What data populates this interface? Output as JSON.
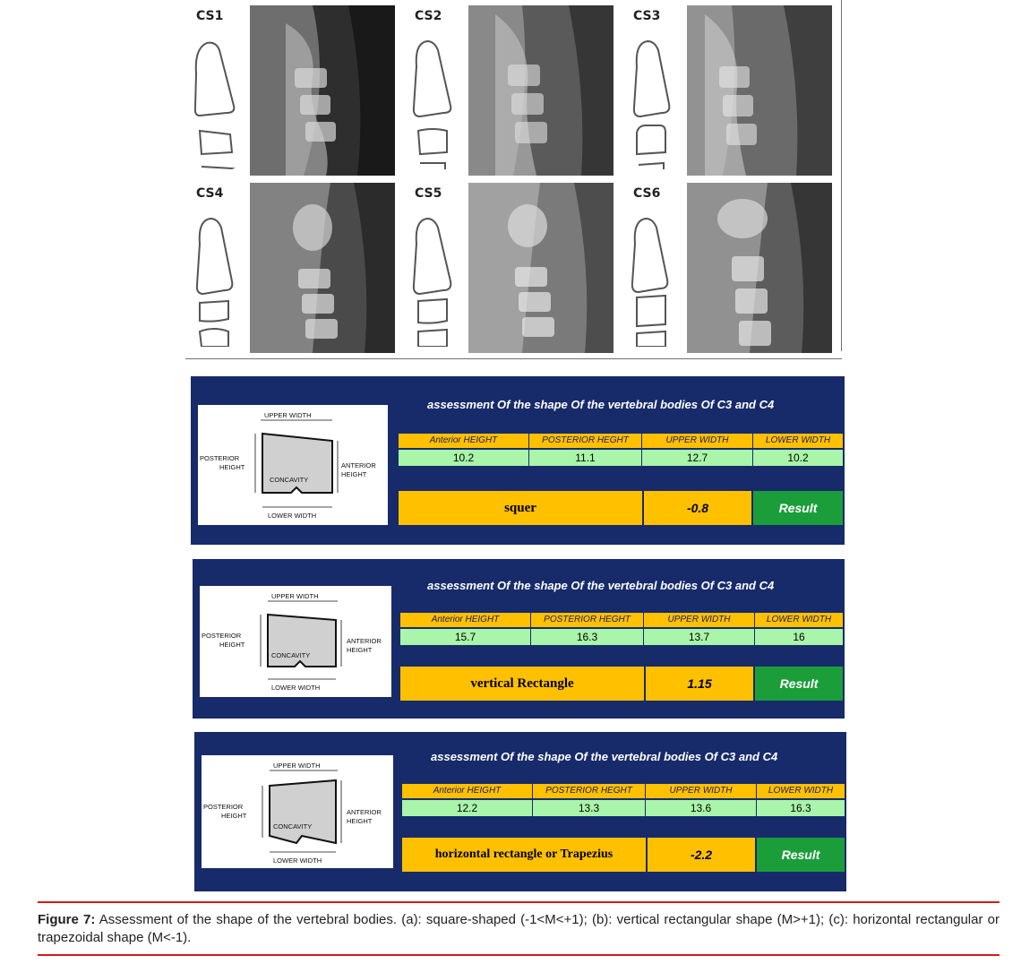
{
  "figure": {
    "cs_labels": [
      "CS1",
      "CS2",
      "CS3",
      "CS4",
      "CS5",
      "CS6"
    ]
  },
  "diagram_labels": {
    "upper_width": "UPPER WIDTH",
    "lower_width_a": "LOWER WIDTH",
    "lower_width_b": "LOWER WIDTH",
    "posterior": "POSTERIOR",
    "height": "HEIGHT",
    "anterior": "ANTERIOR",
    "concavity_a": "CONCAVITY",
    "concavity_b": "CONCAVITY"
  },
  "panels": [
    {
      "title": "assessment Of the shape Of the vertebral bodies Of C3 and C4",
      "headers": [
        "Anterior HEIGHT",
        "POSTERIOR HEGHT",
        "UPPER WIDTH",
        "LOWER WIDTH"
      ],
      "values": [
        "10.2",
        "11.1",
        "12.7",
        "10.2"
      ],
      "shape": "squer",
      "m_value": "-0.8",
      "result_label": "Result"
    },
    {
      "title": "assessment Of the shape Of the vertebral bodies Of C3 and C4",
      "headers": [
        "Anterior HEIGHT",
        "POSTERIOR HEGHT",
        "UPPER WIDTH",
        "LOWER WIDTH"
      ],
      "values": [
        "15.7",
        "16.3",
        "13.7",
        "16"
      ],
      "shape": "vertical Rectangle",
      "m_value": "1.15",
      "result_label": "Result"
    },
    {
      "title": "assessment Of the shape Of the vertebral bodies Of C3 and C4",
      "headers": [
        "Anterior HEIGHT",
        "POSTERIOR HEGHT",
        "UPPER WIDTH",
        "LOWER WIDTH"
      ],
      "values": [
        "12.2",
        "13.3",
        "13.6",
        "16.3"
      ],
      "shape": "horizontal rectangle or Trapezius",
      "m_value": "-2.2",
      "result_label": "Result"
    }
  ],
  "caption": {
    "label": "Figure 7:",
    "text": "Assessment of the shape of the vertebral bodies. (a): square-shaped (-1<M<+1); (b): vertical rectangular shape (M>+1); (c): horizontal rectangular or trapezoidal shape (M<-1)."
  }
}
